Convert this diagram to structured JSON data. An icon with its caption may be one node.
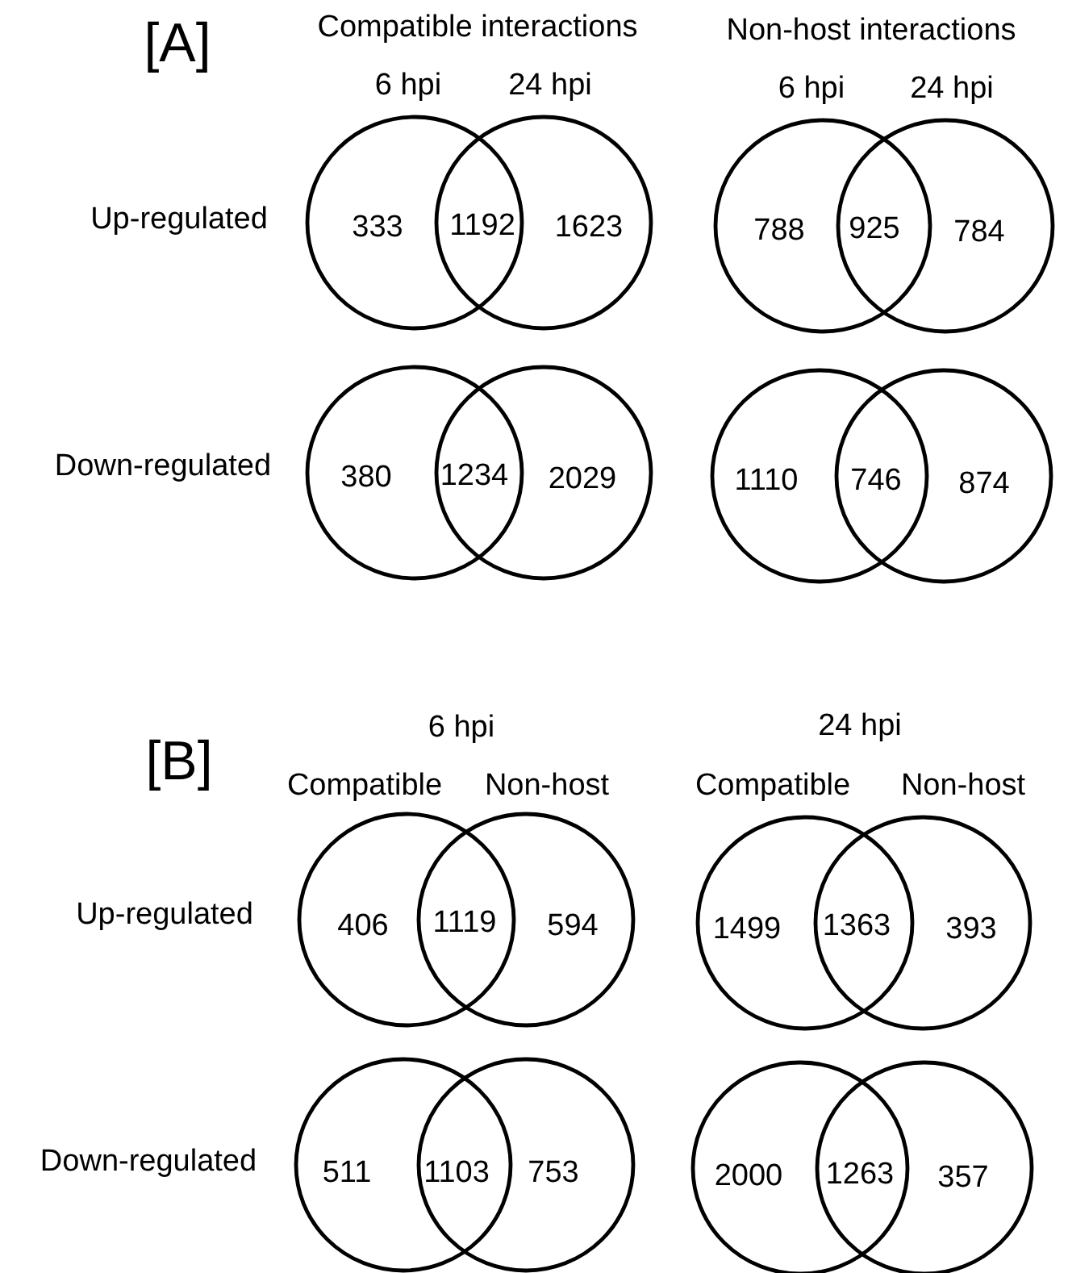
{
  "diagram": {
    "nodes": [
      {
        "text": [],
        "shape": "circle"
      },
      {
        "text": [],
        "shape": "circle"
      },
      {
        "text": [],
        "shape": "circle"
      },
      {
        "text": [],
        "shape": "circle"
      },
      {
        "text": [],
        "shape": "circle"
      },
      {
        "text": [],
        "shape": "circle"
      },
      {
        "text": [],
        "shape": "circle"
      },
      {
        "text": [],
        "shape": "circle"
      },
      {
        "text": [],
        "shape": "circle"
      },
      {
        "text": [],
        "shape": "circle"
      },
      {
        "text": [],
        "shape": "circle"
      },
      {
        "text": [],
        "shape": "circle"
      },
      {
        "text": [],
        "shape": "circle"
      },
      {
        "text": [],
        "shape": "circle"
      },
      {
        "text": [],
        "shape": "circle"
      },
      {
        "text": [],
        "shape": "circle"
      }
    ],
    "labels": [
      "[A]",
      "Compatible interactions",
      "Non-host interactions",
      "6 hpi",
      "24 hpi",
      "6 hpi",
      "24 hpi",
      "Up-regulated",
      "333",
      "1192",
      "1623",
      "788",
      "925",
      "784",
      "Down-regulated",
      "380",
      "1234",
      "2029",
      "1110",
      "746",
      "874",
      "6 hpi",
      "24 hpi",
      "[B]",
      "Compatible",
      "Non-host",
      "Compatible",
      "Non-host",
      "Up-regulated",
      "406",
      "1119",
      "594",
      "1499",
      "1363",
      "393",
      "Down-regulated",
      "511",
      "1103",
      "753",
      "2000",
      "1263",
      "357"
    ]
  }
}
